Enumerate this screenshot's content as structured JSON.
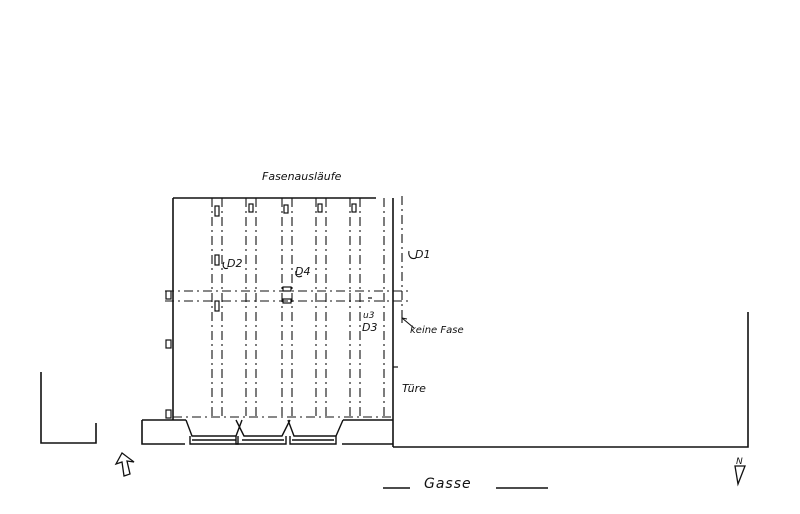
{
  "labels": {
    "title": "Fasenausläufe",
    "d1": "D1",
    "d2": "D2",
    "d3": "D3",
    "d4": "D4",
    "u3": "u3",
    "keine_fase": "keine Fase",
    "tuere": "Türe",
    "gasse": "Gasse",
    "north": "N"
  },
  "colors": {
    "ink": "#111111",
    "paper": "#ffffff"
  }
}
